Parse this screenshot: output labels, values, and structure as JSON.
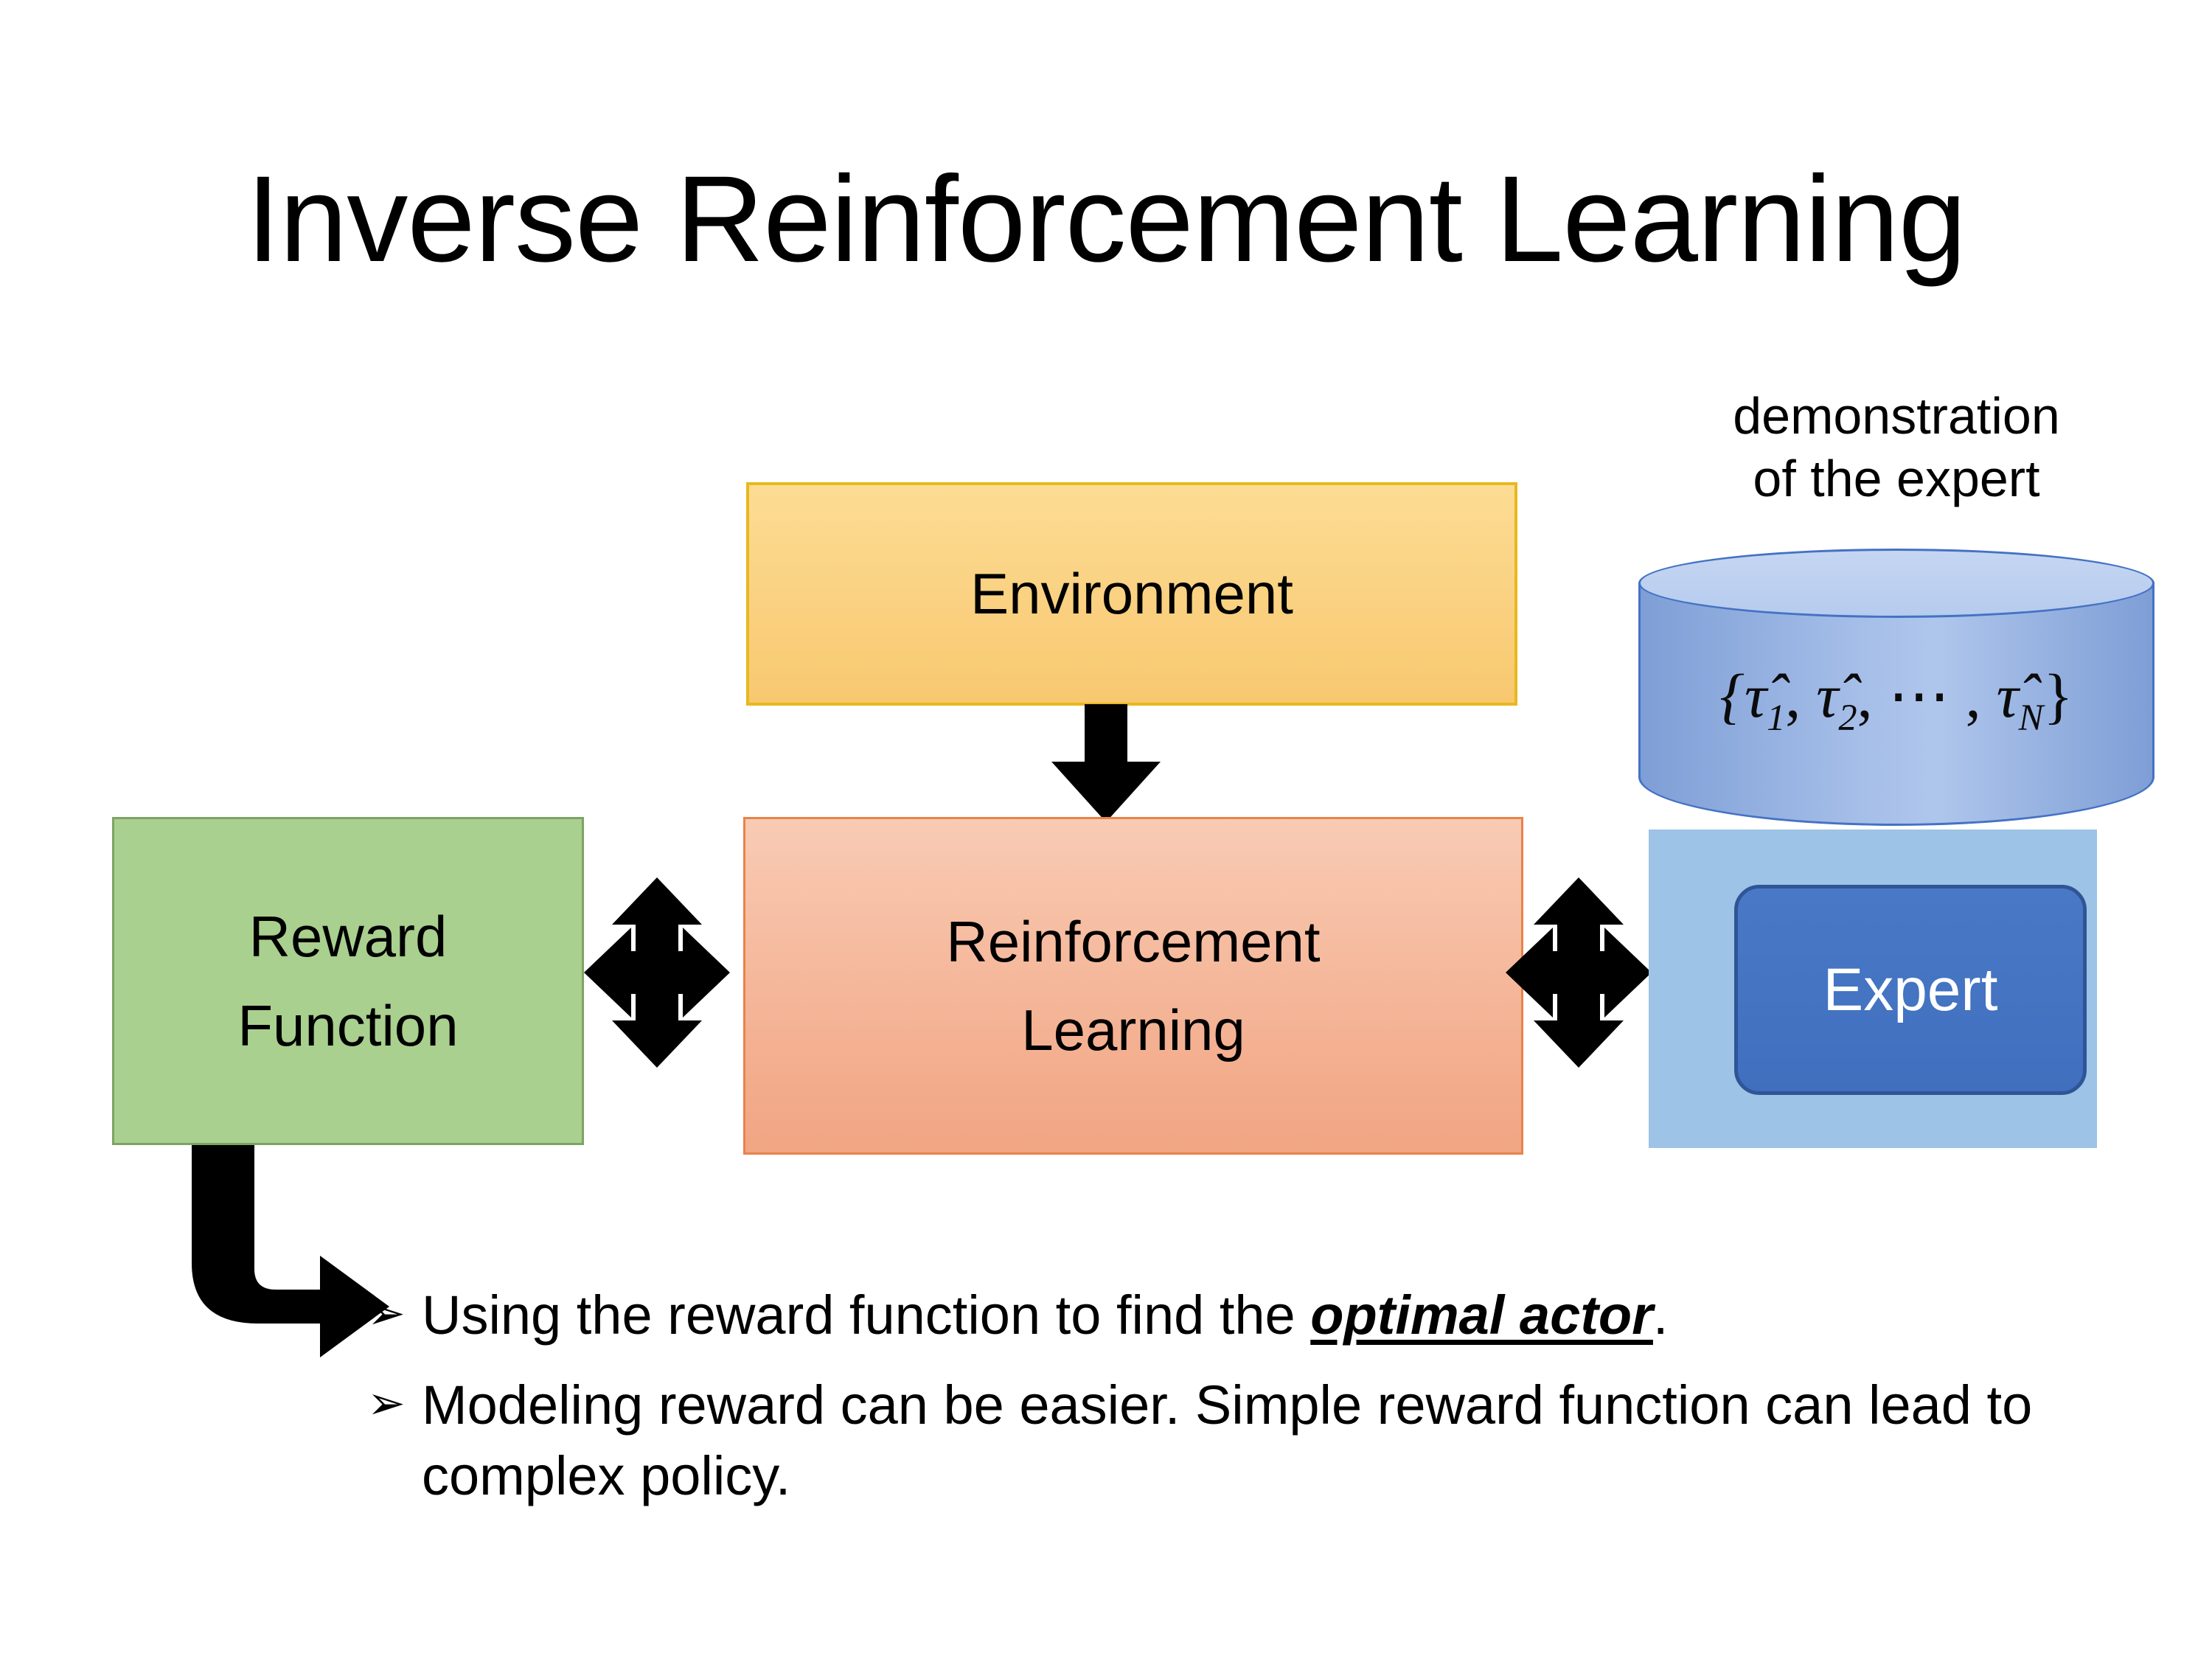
{
  "slide": {
    "title": "Inverse Reinforcement Learning",
    "background_color": "#FFFFFF"
  },
  "diagram": {
    "environment": {
      "label": "Environment",
      "fill_color": "#FAD181",
      "border_color": "#E8B81E"
    },
    "reward_function": {
      "label_line1": "Reward",
      "label_line2": "Function",
      "fill_color": "#A9D08E",
      "border_color": "#7EA366"
    },
    "reinforcement_learning": {
      "label_line1": "Reinforcement",
      "label_line2": "Learning",
      "fill_color": "#F5B79A",
      "border_color": "#E8834B"
    },
    "expert": {
      "label": "Expert",
      "fill_color": "#4472C4",
      "border_color": "#2F5597",
      "text_color": "#FFFFFF",
      "panel_color": "#9DC3E6"
    },
    "demonstration_cylinder": {
      "caption_line1": "demonstration",
      "caption_line2": "of the expert",
      "math_open": "{",
      "math_tau1": "τ̂",
      "math_sub1": "1",
      "math_sep1": ", ",
      "math_tau2": "τ̂",
      "math_sub2": "2",
      "math_sep2": ", ⋯ , ",
      "math_tau3": "τ̂",
      "math_subN": "N",
      "math_close": "}",
      "math_full": "{τ̂1, τ̂2, ⋯ , τ̂N}",
      "fill_color": "#A5BEE8",
      "border_color": "#4472C4"
    },
    "connectors": [
      {
        "name": "environment-to-rl",
        "type": "down-arrow",
        "color": "#000000"
      },
      {
        "name": "reward-rl-bidirectional",
        "type": "quad-arrow",
        "color": "#000000"
      },
      {
        "name": "rl-expert-bidirectional",
        "type": "quad-arrow",
        "color": "#000000"
      },
      {
        "name": "reward-to-notes",
        "type": "elbow-arrow",
        "color": "#000000"
      }
    ]
  },
  "notes": {
    "bullet_marker": "➢",
    "items": [
      {
        "prefix": "Using the reward function to find the ",
        "emphasis": "optimal actor",
        "suffix": "."
      },
      {
        "prefix": "Modeling reward can be easier. Simple reward function can lead to complex policy.",
        "emphasis": "",
        "suffix": ""
      }
    ]
  }
}
